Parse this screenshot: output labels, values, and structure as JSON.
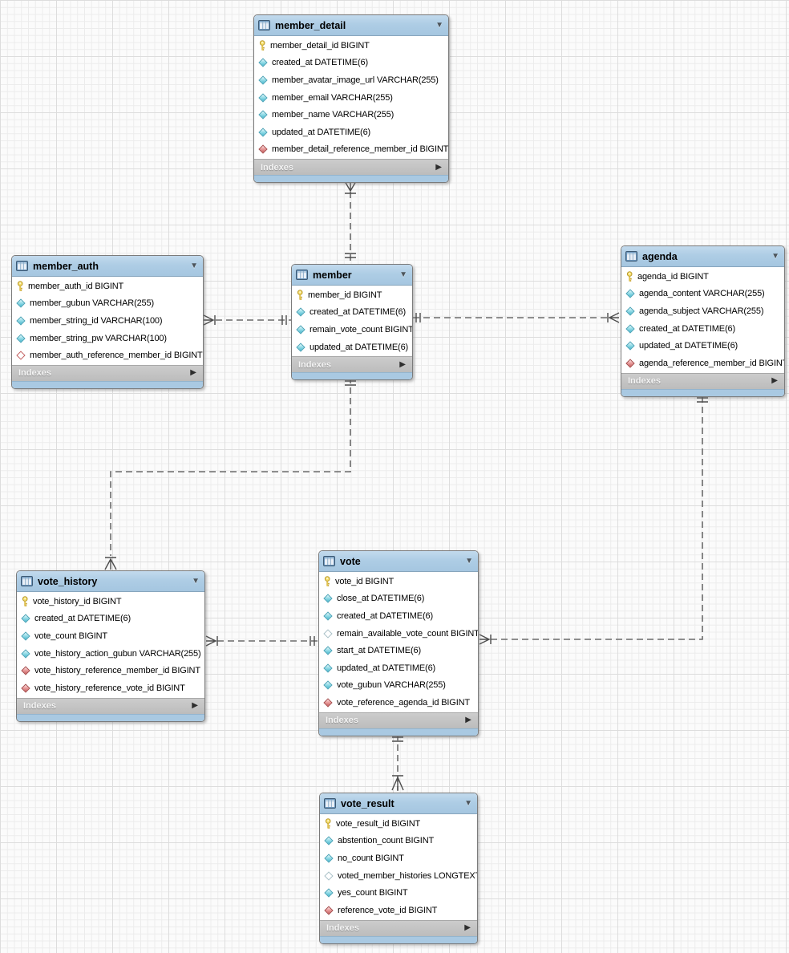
{
  "labels": {
    "indexes": "Indexes"
  },
  "icons": {
    "collapse_glyph": "▼",
    "expand_glyph": "▶",
    "icon_names": {
      "key": "primary-key-icon",
      "nn": "column-not-null-icon",
      "null": "column-nullable-icon",
      "fk": "foreign-key-icon",
      "fknull": "foreign-key-nullable-icon"
    }
  },
  "diagram": {
    "tables": [
      {
        "id": "member_detail",
        "title": "member_detail",
        "fields": [
          {
            "icon": "key",
            "name": "member_detail_id",
            "type": "BIGINT"
          },
          {
            "icon": "nn",
            "name": "created_at",
            "type": "DATETIME(6)"
          },
          {
            "icon": "nn",
            "name": "member_avatar_image_url",
            "type": "VARCHAR(255)"
          },
          {
            "icon": "nn",
            "name": "member_email",
            "type": "VARCHAR(255)"
          },
          {
            "icon": "nn",
            "name": "member_name",
            "type": "VARCHAR(255)"
          },
          {
            "icon": "nn",
            "name": "updated_at",
            "type": "DATETIME(6)"
          },
          {
            "icon": "fk",
            "name": "member_detail_reference_member_id",
            "type": "BIGINT"
          }
        ]
      },
      {
        "id": "member_auth",
        "title": "member_auth",
        "fields": [
          {
            "icon": "key",
            "name": "member_auth_id",
            "type": "BIGINT"
          },
          {
            "icon": "nn",
            "name": "member_gubun",
            "type": "VARCHAR(255)"
          },
          {
            "icon": "nn",
            "name": "member_string_id",
            "type": "VARCHAR(100)"
          },
          {
            "icon": "nn",
            "name": "member_string_pw",
            "type": "VARCHAR(100)"
          },
          {
            "icon": "fknull",
            "name": "member_auth_reference_member_id",
            "type": "BIGINT"
          }
        ]
      },
      {
        "id": "member",
        "title": "member",
        "fields": [
          {
            "icon": "key",
            "name": "member_id",
            "type": "BIGINT"
          },
          {
            "icon": "nn",
            "name": "created_at",
            "type": "DATETIME(6)"
          },
          {
            "icon": "nn",
            "name": "remain_vote_count",
            "type": "BIGINT"
          },
          {
            "icon": "nn",
            "name": "updated_at",
            "type": "DATETIME(6)"
          }
        ]
      },
      {
        "id": "agenda",
        "title": "agenda",
        "fields": [
          {
            "icon": "key",
            "name": "agenda_id",
            "type": "BIGINT"
          },
          {
            "icon": "nn",
            "name": "agenda_content",
            "type": "VARCHAR(255)"
          },
          {
            "icon": "nn",
            "name": "agenda_subject",
            "type": "VARCHAR(255)"
          },
          {
            "icon": "nn",
            "name": "created_at",
            "type": "DATETIME(6)"
          },
          {
            "icon": "nn",
            "name": "updated_at",
            "type": "DATETIME(6)"
          },
          {
            "icon": "fk",
            "name": "agenda_reference_member_id",
            "type": "BIGINT"
          }
        ]
      },
      {
        "id": "vote_history",
        "title": "vote_history",
        "fields": [
          {
            "icon": "key",
            "name": "vote_history_id",
            "type": "BIGINT"
          },
          {
            "icon": "nn",
            "name": "created_at",
            "type": "DATETIME(6)"
          },
          {
            "icon": "nn",
            "name": "vote_count",
            "type": "BIGINT"
          },
          {
            "icon": "nn",
            "name": "vote_history_action_gubun",
            "type": "VARCHAR(255)"
          },
          {
            "icon": "fk",
            "name": "vote_history_reference_member_id",
            "type": "BIGINT"
          },
          {
            "icon": "fk",
            "name": "vote_history_reference_vote_id",
            "type": "BIGINT"
          }
        ]
      },
      {
        "id": "vote",
        "title": "vote",
        "fields": [
          {
            "icon": "key",
            "name": "vote_id",
            "type": "BIGINT"
          },
          {
            "icon": "nn",
            "name": "close_at",
            "type": "DATETIME(6)"
          },
          {
            "icon": "nn",
            "name": "created_at",
            "type": "DATETIME(6)"
          },
          {
            "icon": "null",
            "name": "remain_available_vote_count",
            "type": "BIGINT"
          },
          {
            "icon": "nn",
            "name": "start_at",
            "type": "DATETIME(6)"
          },
          {
            "icon": "nn",
            "name": "updated_at",
            "type": "DATETIME(6)"
          },
          {
            "icon": "nn",
            "name": "vote_gubun",
            "type": "VARCHAR(255)"
          },
          {
            "icon": "fk",
            "name": "vote_reference_agenda_id",
            "type": "BIGINT"
          }
        ]
      },
      {
        "id": "vote_result",
        "title": "vote_result",
        "fields": [
          {
            "icon": "key",
            "name": "vote_result_id",
            "type": "BIGINT"
          },
          {
            "icon": "nn",
            "name": "abstention_count",
            "type": "BIGINT"
          },
          {
            "icon": "nn",
            "name": "no_count",
            "type": "BIGINT"
          },
          {
            "icon": "null",
            "name": "voted_member_histories",
            "type": "LONGTEXT"
          },
          {
            "icon": "nn",
            "name": "yes_count",
            "type": "BIGINT"
          },
          {
            "icon": "fk",
            "name": "reference_vote_id",
            "type": "BIGINT"
          }
        ]
      }
    ],
    "relationships": [
      {
        "source": "member_detail",
        "target": "member",
        "source_cardinality": "many",
        "target_cardinality": "one",
        "line_style": "dashed"
      },
      {
        "source": "member_auth",
        "target": "member",
        "source_cardinality": "many",
        "target_cardinality": "one",
        "line_style": "dashed"
      },
      {
        "source": "agenda",
        "target": "member",
        "source_cardinality": "many",
        "target_cardinality": "one",
        "line_style": "dashed"
      },
      {
        "source": "vote_history",
        "target": "member",
        "source_cardinality": "many",
        "target_cardinality": "one",
        "line_style": "dashed"
      },
      {
        "source": "vote_history",
        "target": "vote",
        "source_cardinality": "many",
        "target_cardinality": "one",
        "line_style": "dashed"
      },
      {
        "source": "vote",
        "target": "agenda",
        "source_cardinality": "many",
        "target_cardinality": "one",
        "line_style": "dashed"
      },
      {
        "source": "vote_result",
        "target": "vote",
        "source_cardinality": "many",
        "target_cardinality": "one",
        "line_style": "dashed"
      }
    ]
  }
}
